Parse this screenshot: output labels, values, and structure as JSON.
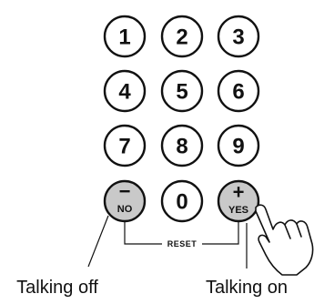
{
  "keypad": {
    "rows": [
      [
        "1",
        "2",
        "3"
      ],
      [
        "4",
        "5",
        "6"
      ],
      [
        "7",
        "8",
        "9"
      ]
    ],
    "zero": "0",
    "no_key": {
      "sign": "−",
      "label": "NO"
    },
    "yes_key": {
      "sign": "+",
      "label": "YES"
    },
    "reset_label": "RESET"
  },
  "captions": {
    "left": "Talking off",
    "right": "Talking on"
  },
  "colors": {
    "gray_key": "#c9c9c9",
    "ink": "#111111"
  }
}
